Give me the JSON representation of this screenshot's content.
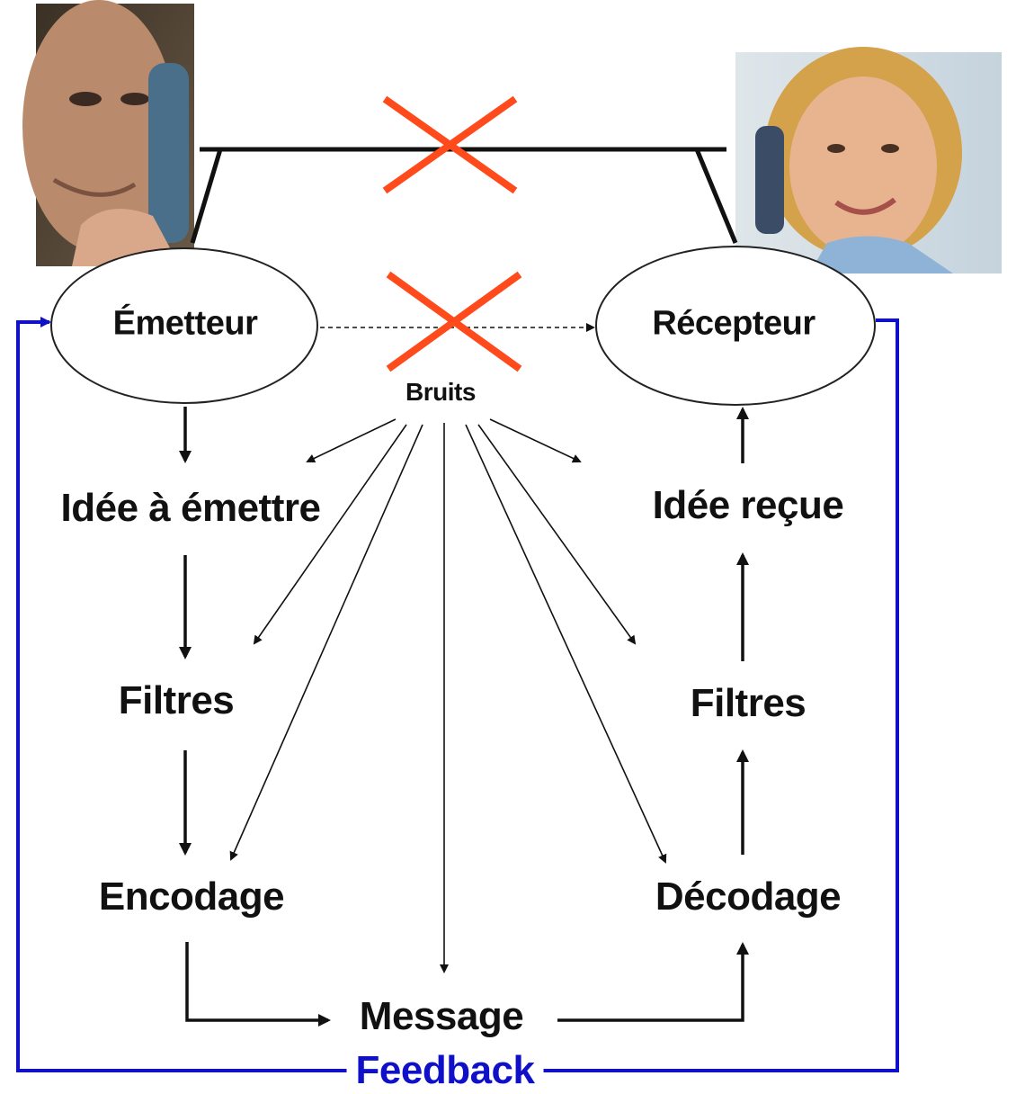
{
  "nodes": {
    "emetteur": "Émetteur",
    "recepteur": "Récepteur",
    "bruits": "Bruits"
  },
  "sender_steps": [
    "Idée à émettre",
    "Filtres",
    "Encodage"
  ],
  "receiver_steps": [
    "Idée reçue",
    "Filtres",
    "Décodage"
  ],
  "message": "Message",
  "feedback": "Feedback",
  "colors": {
    "cross": "#ff4a1c",
    "feedback": "#1010c8",
    "ink": "#111111",
    "skin_man": "#b98a6c",
    "skin_woman": "#e8b48f"
  },
  "icons": [
    "man-on-phone-photo",
    "woman-on-phone-photo",
    "blocked-line-cross-icon",
    "blocked-channel-cross-icon"
  ]
}
